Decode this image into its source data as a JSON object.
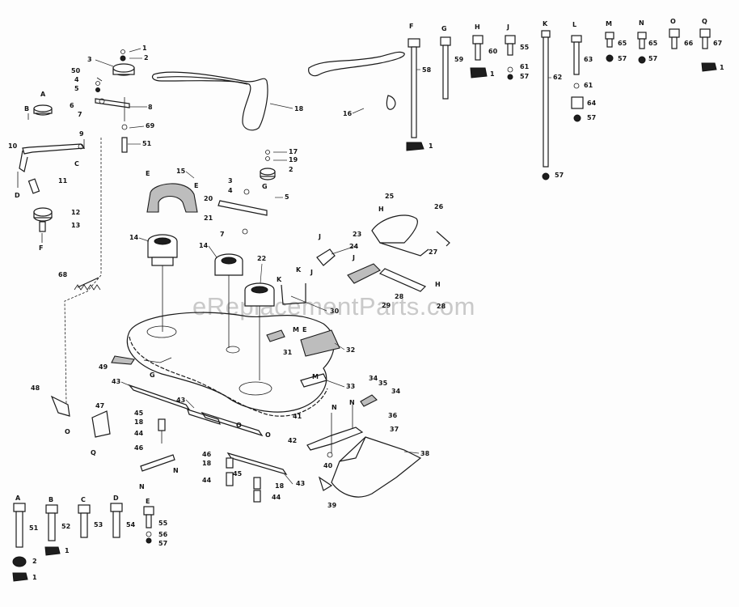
{
  "watermark": "eReplacementParts.com",
  "callouts": {
    "c1a": "1",
    "c2a": "2",
    "c3": "3",
    "c50": "50",
    "c4a": "4",
    "c5a": "5",
    "c6": "6",
    "c8": "8",
    "c7": "7",
    "c69": "69",
    "c51": "51",
    "c10": "10",
    "c9": "9",
    "c11": "11",
    "c12": "12",
    "c13": "13",
    "c68": "68",
    "c18": "18",
    "c16": "16",
    "c17": "17",
    "c19": "19",
    "c2b": "2",
    "c3b": "3",
    "c4b": "4",
    "c5b": "5",
    "c20": "20",
    "c21": "21",
    "c7b": "7",
    "c15": "15",
    "c14a": "14",
    "c14b": "14",
    "c22": "22",
    "c24": "24",
    "c25": "25",
    "c26": "26",
    "c23": "23",
    "c27": "27",
    "c28a": "28",
    "c28b": "28",
    "c29": "29",
    "c30": "30",
    "c31": "31",
    "c32": "32",
    "c33": "33",
    "c34a": "34",
    "c35": "35",
    "c34b": "34",
    "c36": "36",
    "c37": "37",
    "c38": "38",
    "c39": "39",
    "c40": "40",
    "c41": "41",
    "c42": "42",
    "c43a": "43",
    "c43b": "43",
    "c43c": "43",
    "c45a": "45",
    "c18a": "18",
    "c44a": "44",
    "c46a": "46",
    "c47": "47",
    "c48": "48",
    "c49": "49",
    "c46b": "46",
    "c18b": "18",
    "c45b": "45",
    "c44b": "44",
    "c18c": "18",
    "c44c": "44",
    "c58": "58",
    "c1b": "1",
    "c59": "59",
    "c60": "60",
    "c1c": "1",
    "c55a": "55",
    "c61a": "61",
    "c57a": "57",
    "c62": "62",
    "c57b": "57",
    "c63": "63",
    "c61b": "61",
    "c64": "64",
    "c57c": "57",
    "c65": "65",
    "c57d": "57",
    "c65b": "65",
    "c57e": "57",
    "c66": "66",
    "c67": "67",
    "c1d": "1",
    "c51b": "51",
    "c52": "52",
    "c53": "53",
    "c54": "54",
    "c55b": "55",
    "c56": "56",
    "c57f": "57",
    "c2c": "2",
    "c1e": "1",
    "c1f": "1"
  },
  "letters": {
    "A": "A",
    "B": "B",
    "C": "C",
    "D": "D",
    "E": "E",
    "F": "F",
    "G": "G",
    "H": "H",
    "J": "J",
    "K": "K",
    "L": "L",
    "M": "M",
    "N": "N",
    "O": "O",
    "Q": "Q"
  }
}
